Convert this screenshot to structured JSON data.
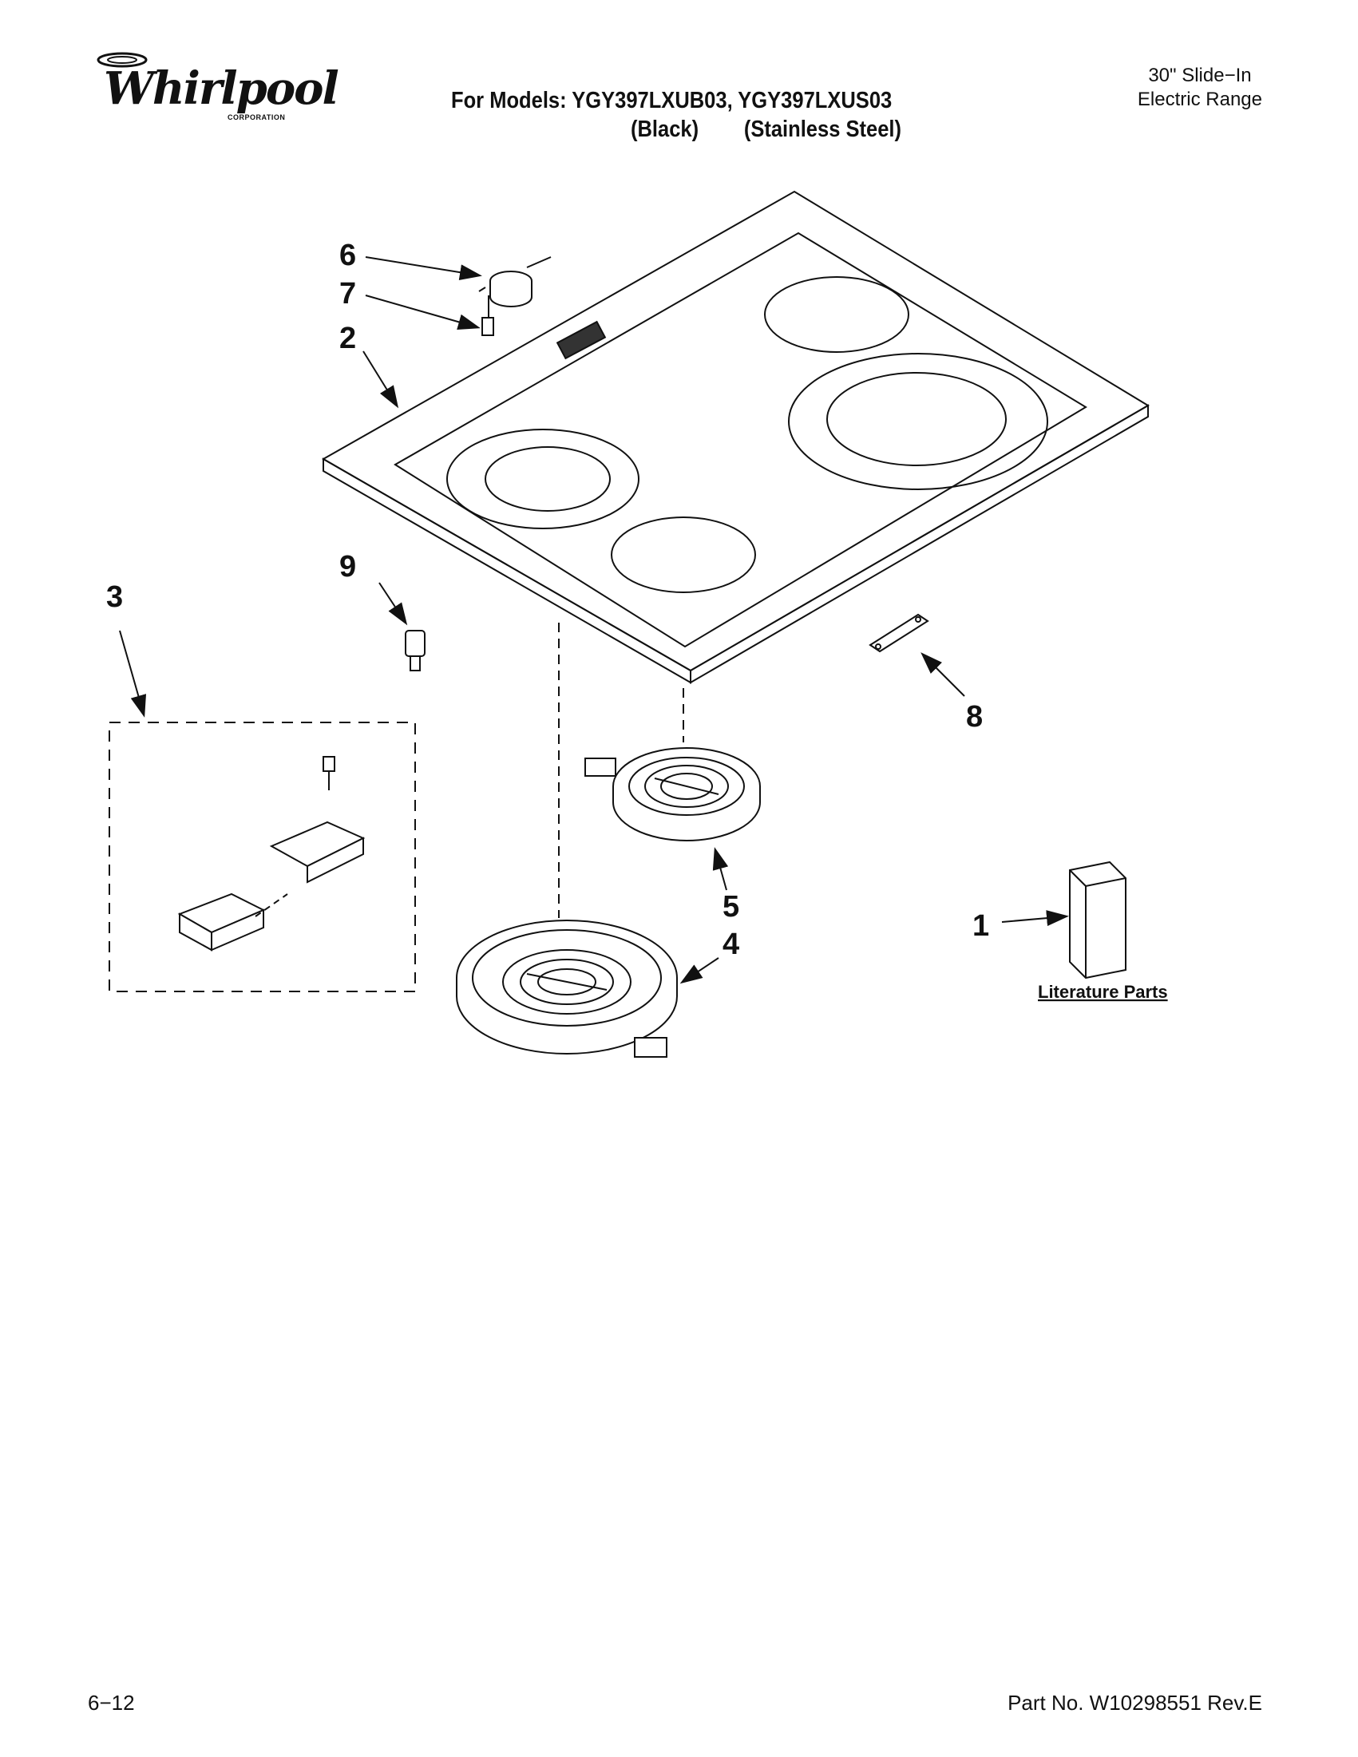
{
  "header": {
    "brand": "Whirlpool",
    "brand_sub": "CORPORATION",
    "models_line": "For Models: YGY397LXUB03, YGY397LXUS03",
    "color_black": "(Black)",
    "color_stainless": "(Stainless Steel)",
    "product_line1": "30\" Slide−In",
    "product_line2": "Electric Range"
  },
  "callouts": {
    "c1": "1",
    "c2": "2",
    "c3": "3",
    "c4": "4",
    "c5": "5",
    "c6": "6",
    "c7": "7",
    "c8": "8",
    "c9": "9"
  },
  "literature_label": "Literature Parts",
  "footer": {
    "date": "6−12",
    "part_no": "Part No. W10298551 Rev.E"
  }
}
